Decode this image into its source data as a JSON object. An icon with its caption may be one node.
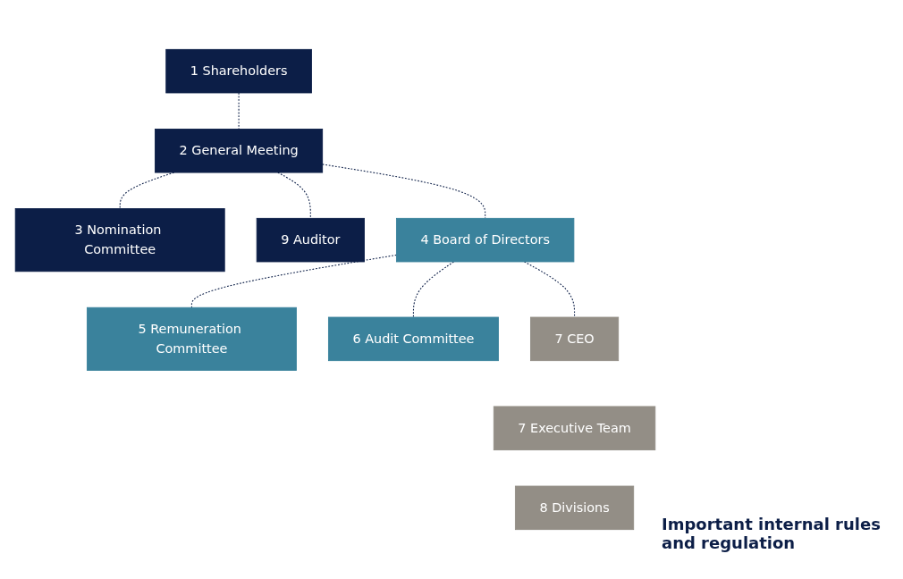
{
  "diagram": {
    "nodes": [
      {
        "text": [
          "1 Shareholders"
        ]
      },
      {
        "text": [
          "2 General Meeting"
        ]
      },
      {
        "text": [
          "3 Nomination Committee"
        ]
      },
      {
        "text": [
          "9 Auditor"
        ]
      },
      {
        "text": [
          "4 Board of Directors"
        ]
      },
      {
        "text": [
          "5 Remuneration Committee"
        ]
      },
      {
        "text": [
          "6 Audit Committee"
        ]
      },
      {
        "text": [
          "7 CEO"
        ]
      },
      {
        "text": [
          "7 Executive Team"
        ]
      },
      {
        "text": [
          "8 Divisions"
        ]
      }
    ],
    "edges": [
      {
        "from": 0,
        "to": 1,
        "arrow": "none",
        "style": "dashed"
      },
      {
        "from": 1,
        "to": 2,
        "arrow": "none",
        "style": "dashed"
      },
      {
        "from": 1,
        "to": 3,
        "arrow": "none",
        "style": "dashed"
      },
      {
        "from": 1,
        "to": 4,
        "arrow": "none",
        "style": "dashed"
      },
      {
        "from": 4,
        "to": 5,
        "arrow": "none",
        "style": "dashed"
      },
      {
        "from": 4,
        "to": 6,
        "arrow": "none",
        "style": "dashed"
      },
      {
        "from": 4,
        "to": 7,
        "arrow": "none",
        "style": "dashed"
      }
    ],
    "labels": [
      "Important internal rules and regulation"
    ]
  }
}
